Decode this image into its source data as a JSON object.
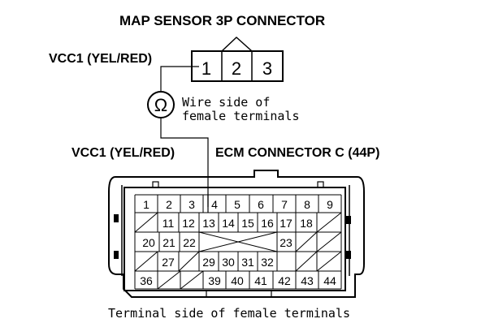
{
  "titles": {
    "map_connector": "MAP SENSOR 3P CONNECTOR",
    "vcc1_top": "VCC1 (YEL/RED)",
    "vcc1_bottom": "VCC1 (YEL/RED)",
    "ecm_connector": "ECM CONNECTOR C (44P)"
  },
  "notes": {
    "wire_side_line1": "Wire side of",
    "wire_side_line2": "female terminals",
    "terminal_side": "Terminal side of female terminals"
  },
  "meter_symbol": "Ω",
  "map_pins": [
    "1",
    "2",
    "3"
  ],
  "ecm_rows": {
    "row1": [
      "1",
      "2",
      "3",
      "4",
      "5",
      "6",
      "7",
      "8",
      "9"
    ],
    "row2": [
      "11",
      "12",
      "13",
      "14",
      "15",
      "16",
      "17",
      "18"
    ],
    "row3_left": [
      "20",
      "21",
      "22"
    ],
    "row3_right": [
      "23"
    ],
    "row4": [
      "27",
      "29",
      "30",
      "31",
      "32"
    ],
    "row5": [
      "36",
      "39",
      "40",
      "41",
      "42",
      "43",
      "44"
    ]
  }
}
